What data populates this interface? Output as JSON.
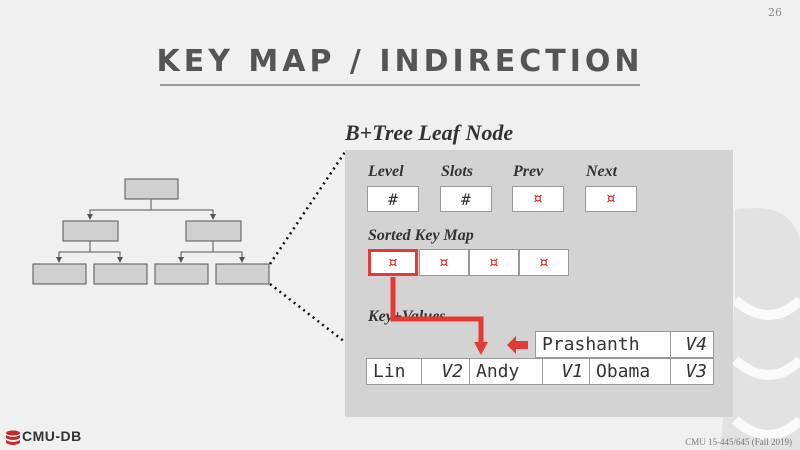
{
  "slide": {
    "page_number": "26",
    "title": "KEY MAP / INDIRECTION"
  },
  "node": {
    "heading": "B+Tree Leaf Node",
    "header_fields": [
      {
        "label": "Level",
        "value": "#"
      },
      {
        "label": "Slots",
        "value": "#"
      },
      {
        "label": "Prev",
        "value": "¤"
      },
      {
        "label": "Next",
        "value": "¤"
      }
    ],
    "sorted_key_map": {
      "label": "Sorted Key Map",
      "pointers": [
        "¤",
        "¤",
        "¤",
        "¤"
      ]
    },
    "key_values": {
      "label": "Key+Values",
      "pairs": [
        {
          "key": "Lin",
          "value": "V2"
        },
        {
          "key": "Andy",
          "value": "V1"
        },
        {
          "key": "Obama",
          "value": "V3"
        }
      ],
      "new_pair": {
        "key": "Prashanth",
        "value": "V4"
      }
    }
  },
  "colors": {
    "highlight": "#e53935",
    "panel": "#d3d3d3"
  },
  "footer": {
    "logo_text": "CMU-DB",
    "course": "CMU 15-445/645 (Fall 2019)"
  }
}
